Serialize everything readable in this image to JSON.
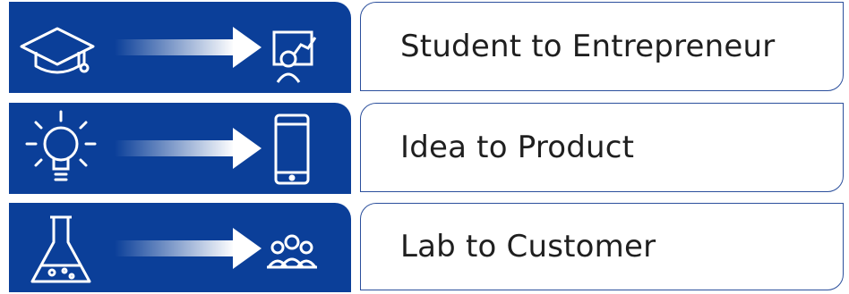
{
  "colors": {
    "band": "#0b3f99",
    "icon": "#ffffff",
    "card_border": "#2b4f9c",
    "text": "#1f1f1f"
  },
  "rows": [
    {
      "from_icon": "graduation-cap-icon",
      "to_icon": "presenter-chart-icon",
      "label": "Student to Entrepreneur"
    },
    {
      "from_icon": "lightbulb-icon",
      "to_icon": "smartphone-icon",
      "label": "Idea to Product"
    },
    {
      "from_icon": "flask-icon",
      "to_icon": "customers-group-icon",
      "label": "Lab to Customer"
    }
  ]
}
